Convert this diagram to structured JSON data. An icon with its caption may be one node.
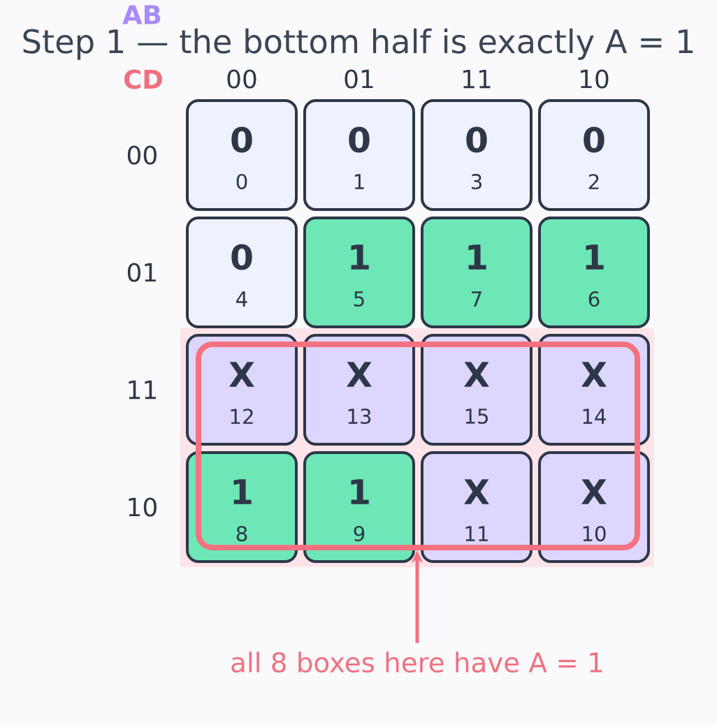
{
  "diagram": {
    "title": "Step 1 — the bottom half is exactly A = 1",
    "nodes": [
      {
        "text": [
          "0",
          "0"
        ]
      },
      {
        "text": [
          "0",
          "1"
        ]
      },
      {
        "text": [
          "0",
          "3"
        ]
      },
      {
        "text": [
          "0",
          "2"
        ]
      },
      {
        "text": [
          "0",
          "4"
        ]
      },
      {
        "text": [
          "1",
          "5"
        ]
      },
      {
        "text": [
          "1",
          "7"
        ]
      },
      {
        "text": [
          "1",
          "6"
        ]
      },
      {
        "text": [
          "X",
          "12"
        ]
      },
      {
        "text": [
          "X",
          "13"
        ]
      },
      {
        "text": [
          "X",
          "15"
        ]
      },
      {
        "text": [
          "X",
          "14"
        ]
      },
      {
        "text": [
          "1",
          "8"
        ]
      },
      {
        "text": [
          "1",
          "9"
        ]
      },
      {
        "text": [
          "X",
          "11"
        ]
      },
      {
        "text": [
          "X",
          "10"
        ]
      },
      {
        "text": [],
        "shape": "box"
      },
      {
        "text": [
          "all 8 boxes here have A = 1"
        ]
      }
    ],
    "edges": [
      {
        "from": 17,
        "to": 16,
        "arrow": "to"
      }
    ],
    "labels": [
      "AB",
      "CD",
      "00",
      "01",
      "11",
      "10",
      "00",
      "01",
      "11",
      "10"
    ]
  }
}
